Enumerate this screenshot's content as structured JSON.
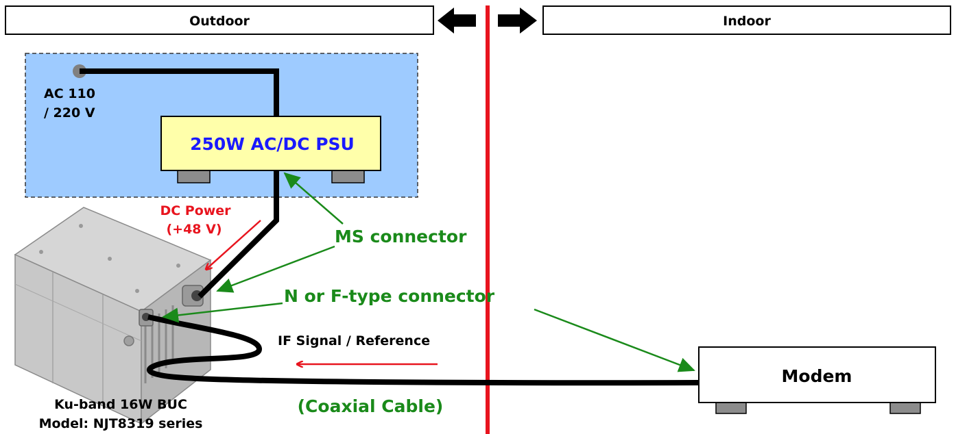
{
  "header": {
    "outdoor_label": "Outdoor",
    "indoor_label": "Indoor"
  },
  "power": {
    "ac_line1": "AC 110",
    "ac_line2": "/ 220 V",
    "psu_label": "250W AC/DC PSU"
  },
  "labels": {
    "dc_power_line1": "DC Power",
    "dc_power_line2": "(+48 V)",
    "ms_connector": "MS connector",
    "n_connector": "N or F-type connector",
    "if_signal": "IF Signal / Reference",
    "coaxial": "(Coaxial Cable)"
  },
  "buc": {
    "line1": "Ku-band 16W BUC",
    "line2": "Model: NJT8319 series"
  },
  "modem": {
    "label": "Modem"
  },
  "colors": {
    "red": "#e8141e",
    "green": "#1a8a1a",
    "blue_text": "#1a1aff",
    "psu_fill": "#ffffaa",
    "region_fill": "#9ecbff",
    "cable": "#000000"
  }
}
